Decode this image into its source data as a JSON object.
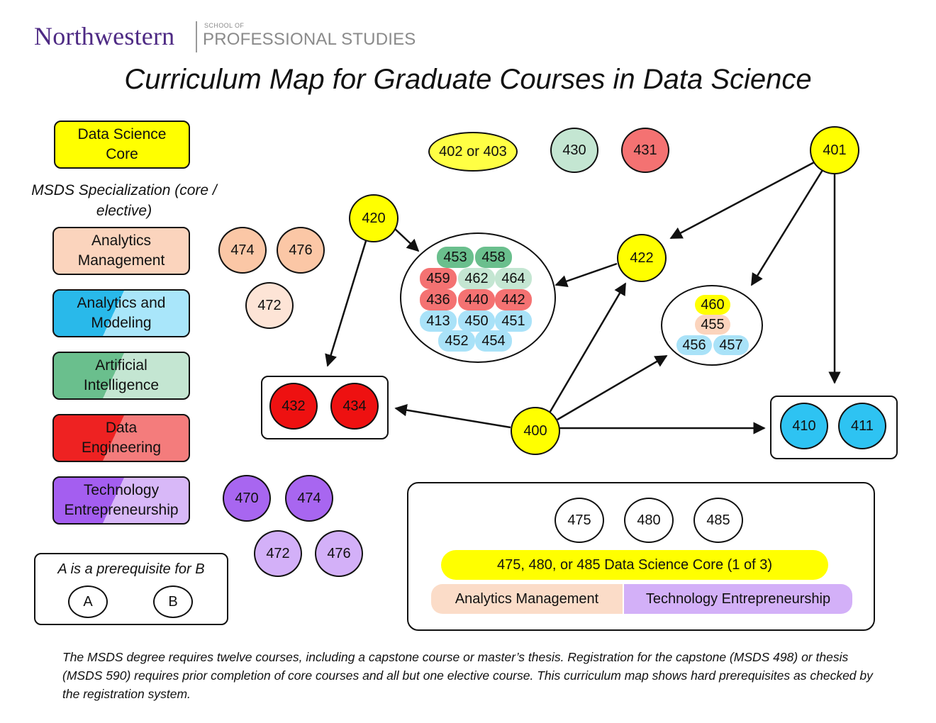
{
  "logo": {
    "brand": "Northwestern",
    "school_small": "SCHOOL OF",
    "school_large": "PROFESSIONAL STUDIES"
  },
  "title": "Curriculum Map for Graduate Courses in Data Science",
  "legend": {
    "core": "Data Science Core",
    "specialization_heading": "MSDS Specialization (core / elective)",
    "analytics_management": "Analytics Management",
    "analytics_modeling": "Analytics and Modeling",
    "artificial_intelligence": "Artificial Intelligence",
    "data_engineering": "Data Engineering",
    "technology_entrepreneurship": "Technology Entrepreneurship"
  },
  "prereq_key": {
    "caption": "A is a prerequisite for B",
    "a": "A",
    "b": "B"
  },
  "colors": {
    "core_yellow": "#ffff00",
    "analytics_management": "#fbd4bd",
    "analytics_modeling": "#40c8f0",
    "artificial_intelligence": "#6abf8d",
    "data_engineering": "#ee2222",
    "data_engineering_light": "#f47272",
    "technology_entrepreneurship": "#a866f0"
  },
  "spec_courses": {
    "am": [
      "474",
      "476",
      "472"
    ],
    "te": [
      "470",
      "474",
      "472",
      "476"
    ]
  },
  "top_courses": {
    "c402_403": "402 or 403",
    "c430": "430",
    "c431": "431"
  },
  "core_nodes": {
    "c401": "401",
    "c420": "420",
    "c422": "422",
    "c400": "400"
  },
  "elective_cluster": {
    "row1": [
      "453",
      "458"
    ],
    "row2": [
      "459",
      "462",
      "464"
    ],
    "row3": [
      "436",
      "440",
      "442"
    ],
    "row4": [
      "413",
      "450",
      "451"
    ],
    "row5": [
      "452",
      "454"
    ]
  },
  "right_cluster": {
    "row1": [
      "460"
    ],
    "row2": [
      "455"
    ],
    "row3": [
      "456",
      "457"
    ]
  },
  "de_box": [
    "432",
    "434"
  ],
  "am_box": [
    "410",
    "411"
  ],
  "capstone": {
    "options": [
      "475",
      "480",
      "485"
    ],
    "core_bar": "475, 480, or 485 Data Science Core (1 of 3)",
    "am_label": "Analytics Management",
    "te_label": "Technology Entrepreneurship"
  },
  "footnote": "The MSDS degree requires twelve courses, including a capstone course or master’s thesis. Registration for the capstone (MSDS 498) or thesis (MSDS 590) requires prior completion of core courses and all but one elective course. This curriculum map shows hard prerequisites as checked by the registration system."
}
